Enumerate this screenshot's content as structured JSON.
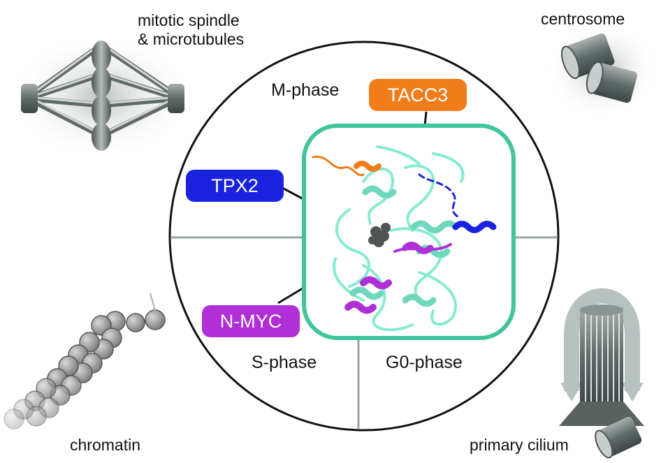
{
  "corners": {
    "spindle": "mitotic spindle\n& microtubules",
    "centrosome": "centrosome",
    "chromatin": "chromatin",
    "cilium": "primary cilium"
  },
  "phases": {
    "m": "M-phase",
    "s": "S-phase",
    "g0": "G0-phase"
  },
  "tags": {
    "tacc3": {
      "label": "TACC3",
      "color": "#f07d1a"
    },
    "tpx2": {
      "label": "TPX2",
      "color": "#1a22e0"
    },
    "nmyc": {
      "label": "N-MYC",
      "color": "#b02fd6"
    }
  },
  "colors": {
    "circle": "#111111",
    "divider": "#9aa5a3",
    "frame": "#3fc49c",
    "protein": "#86ebd0",
    "metal": "#6b7574"
  }
}
